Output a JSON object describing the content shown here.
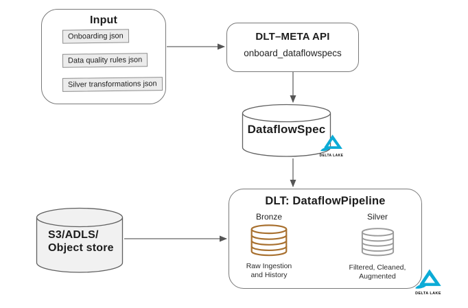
{
  "diagram": {
    "input_box": {
      "title": "Input",
      "items": [
        "Onboarding json",
        "Data quality rules json",
        "Silver transformations json"
      ]
    },
    "api_box": {
      "title": "DLT–META API",
      "method": "onboard_dataflowspecs"
    },
    "dataflowspec_store": {
      "label": "DataflowSpec"
    },
    "object_store": {
      "label_line1": "S3/ADLS/",
      "label_line2": "Object store"
    },
    "pipeline_box": {
      "title": "DLT: DataflowPipeline",
      "bronze": {
        "label": "Bronze",
        "caption_line1": "Raw Ingestion",
        "caption_line2": "and History"
      },
      "silver": {
        "label": "Silver",
        "caption_line1": "Filtered, Cleaned,",
        "caption_line2": "Augmented"
      }
    },
    "delta_badge": {
      "label": "DELTA LAKE"
    },
    "connections": [
      {
        "from": "Input",
        "to": "DLT–META API",
        "style": "solid-gray"
      },
      {
        "from": "DLT–META API",
        "to": "DataflowSpec",
        "style": "solid-gray"
      },
      {
        "from": "DataflowSpec",
        "to": "DLT: DataflowPipeline",
        "style": "solid-gray"
      },
      {
        "from": "S3/ADLS/Object store",
        "to": "DLT: DataflowPipeline",
        "style": "solid-gray"
      },
      {
        "from": "Bronze",
        "to": "Silver",
        "style": "dashed-red"
      }
    ],
    "colors": {
      "background": "#ffffff",
      "box_border": "#787878",
      "item_fill": "#ececec",
      "bronze_stroke": "#a8702f",
      "silver_stroke": "#9a9a9a",
      "connector_gray": "#636363",
      "arrow_red": "#e8564e",
      "delta_teal": "#0cabd6",
      "store_fill": "#f1f1f1"
    }
  }
}
